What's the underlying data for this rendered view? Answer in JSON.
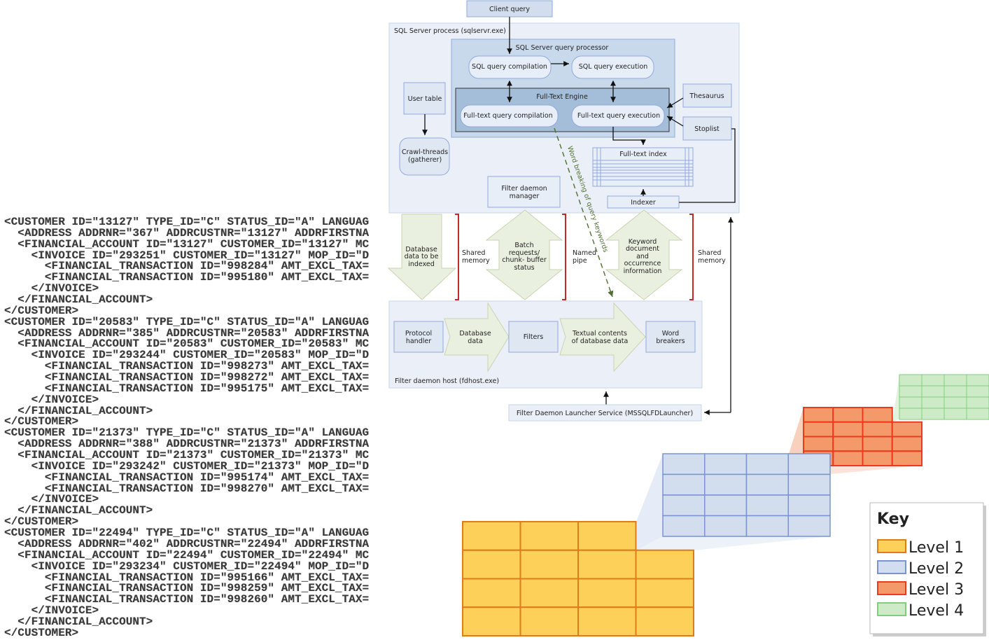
{
  "xml_lines": [
    "<CUSTOMER ID=\"13127\" TYPE_ID=\"C\" STATUS_ID=\"A\" LANGUAG",
    "  <ADDRESS ADDRNR=\"367\" ADDRCUSTNR=\"13127\" ADDRFIRSTNA",
    "  <FINANCIAL_ACCOUNT ID=\"13127\" CUSTOMER_ID=\"13127\" MC",
    "    <INVOICE ID=\"293251\" CUSTOMER_ID=\"13127\" MOP_ID=\"D",
    "      <FINANCIAL_TRANSACTION ID=\"998284\" AMT_EXCL_TAX=",
    "      <FINANCIAL_TRANSACTION ID=\"995180\" AMT_EXCL_TAX=",
    "    </INVOICE>",
    "  </FINANCIAL_ACCOUNT>",
    "</CUSTOMER>",
    "<CUSTOMER ID=\"20583\" TYPE_ID=\"C\" STATUS_ID=\"A\" LANGUAG",
    "  <ADDRESS ADDRNR=\"385\" ADDRCUSTNR=\"20583\" ADDRFIRSTNA",
    "  <FINANCIAL_ACCOUNT ID=\"20583\" CUSTOMER_ID=\"20583\" MC",
    "    <INVOICE ID=\"293244\" CUSTOMER_ID=\"20583\" MOP_ID=\"D",
    "      <FINANCIAL_TRANSACTION ID=\"998273\" AMT_EXCL_TAX=",
    "      <FINANCIAL_TRANSACTION ID=\"998272\" AMT_EXCL_TAX=",
    "      <FINANCIAL_TRANSACTION ID=\"995175\" AMT_EXCL_TAX=",
    "    </INVOICE>",
    "  </FINANCIAL_ACCOUNT>",
    "</CUSTOMER>",
    "<CUSTOMER ID=\"21373\" TYPE_ID=\"C\" STATUS_ID=\"A\" LANGUAG",
    "  <ADDRESS ADDRNR=\"388\" ADDRCUSTNR=\"21373\" ADDRFIRSTNA",
    "  <FINANCIAL_ACCOUNT ID=\"21373\" CUSTOMER_ID=\"21373\" MC",
    "    <INVOICE ID=\"293242\" CUSTOMER_ID=\"21373\" MOP_ID=\"D",
    "      <FINANCIAL_TRANSACTION ID=\"995174\" AMT_EXCL_TAX=",
    "      <FINANCIAL_TRANSACTION ID=\"998270\" AMT_EXCL_TAX=",
    "    </INVOICE>",
    "  </FINANCIAL_ACCOUNT>",
    "</CUSTOMER>",
    "<CUSTOMER ID=\"22494\" TYPE_ID=\"C\" STATUS_ID=\"A\" LANGUAG",
    "  <ADDRESS ADDRNR=\"402\" ADDRCUSTNR=\"22494\" ADDRFIRSTNA",
    "  <FINANCIAL_ACCOUNT ID=\"22494\" CUSTOMER_ID=\"22494\" MC",
    "    <INVOICE ID=\"293234\" CUSTOMER_ID=\"22494\" MOP_ID=\"D",
    "      <FINANCIAL_TRANSACTION ID=\"995166\" AMT_EXCL_TAX=",
    "      <FINANCIAL_TRANSACTION ID=\"998259\" AMT_EXCL_TAX=",
    "      <FINANCIAL_TRANSACTION ID=\"998260\" AMT_EXCL_TAX=",
    "    </INVOICE>",
    "  </FINANCIAL_ACCOUNT>",
    "</CUSTOMER>"
  ],
  "architecture": {
    "client_query": "Client query",
    "sql_server_process": "SQL Server process (sqlservr.exe)",
    "query_processor": "SQL Server query processor",
    "sql_query_compilation": "SQL query compilation",
    "sql_query_execution": "SQL query execution",
    "full_text_engine": "Full-Text Engine",
    "ft_query_compilation": "Full-text query compilation",
    "ft_query_execution": "Full-text query execution",
    "user_table": "User table",
    "crawl_threads": [
      "Crawl-threads",
      "(gatherer)"
    ],
    "thesaurus": "Thesaurus",
    "stoplist": "Stoplist",
    "full_text_index": "Full-text index",
    "indexer": "Indexer",
    "filter_daemon_manager": [
      "Filter daemon",
      "manager"
    ],
    "word_breaking": "Word breaking of query keywords",
    "db_data_to_index": [
      "Database",
      "data to be",
      "indexed"
    ],
    "shared_memory_1": [
      "Shared",
      "memory"
    ],
    "batch_requests": [
      "Batch",
      "requests/",
      "chunk- buffer",
      "status"
    ],
    "named_pipe": [
      "Named",
      "pipe"
    ],
    "keyword_info": [
      "Keyword",
      "document",
      "and",
      "occurrence",
      "information"
    ],
    "shared_memory_2": [
      "Shared",
      "memory"
    ],
    "filter_daemon_host": "Filter daemon host (fdhost.exe)",
    "protocol_handler": [
      "Protocol",
      "handler"
    ],
    "database_data": [
      "Database",
      "data"
    ],
    "filters": "Filters",
    "textual_contents": [
      "Textual contents",
      "of database data"
    ],
    "word_breakers": [
      "Word",
      "breakers"
    ],
    "launcher": "Filter Daemon Launcher Service (MSSQLFDLauncher)"
  },
  "levels": {
    "title": "Key",
    "items": [
      {
        "label": "Level 1",
        "fill": "#fdd05a",
        "stroke": "#e07b1a"
      },
      {
        "label": "Level 2",
        "fill": "#d2deed",
        "stroke": "#7b93d0"
      },
      {
        "label": "Level 3",
        "fill": "#f3996a",
        "stroke": "#ee3a1c"
      },
      {
        "label": "Level 4",
        "fill": "#cdebc6",
        "stroke": "#7fcf7a"
      }
    ]
  }
}
